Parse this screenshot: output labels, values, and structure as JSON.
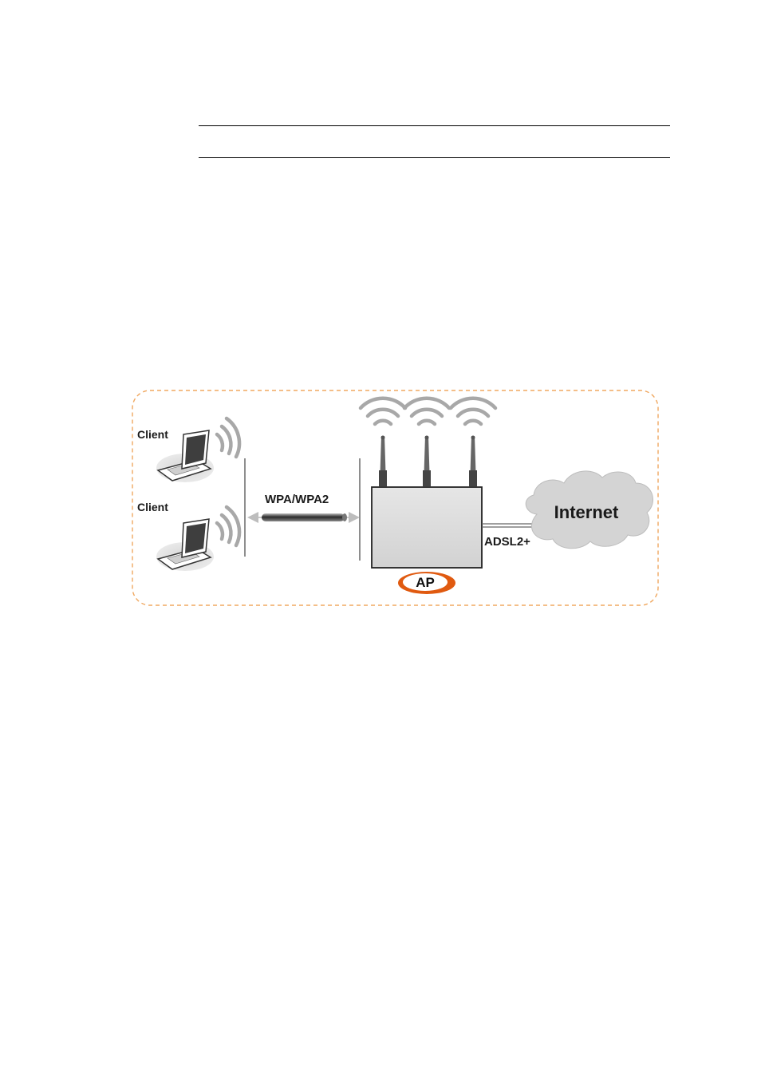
{
  "diagram": {
    "clients": [
      {
        "label": "Client"
      },
      {
        "label": "Client"
      }
    ],
    "link_label": "WPA/WPA2",
    "device_label": "AP",
    "wan_label": "ADSL2+",
    "cloud_label": "Internet",
    "colors": {
      "frame": "#f0a860",
      "ap_badge": "#e05a10",
      "device_body": "#dedede",
      "cloud": "#d4d4d4",
      "waves": "#a8a8a8"
    }
  }
}
